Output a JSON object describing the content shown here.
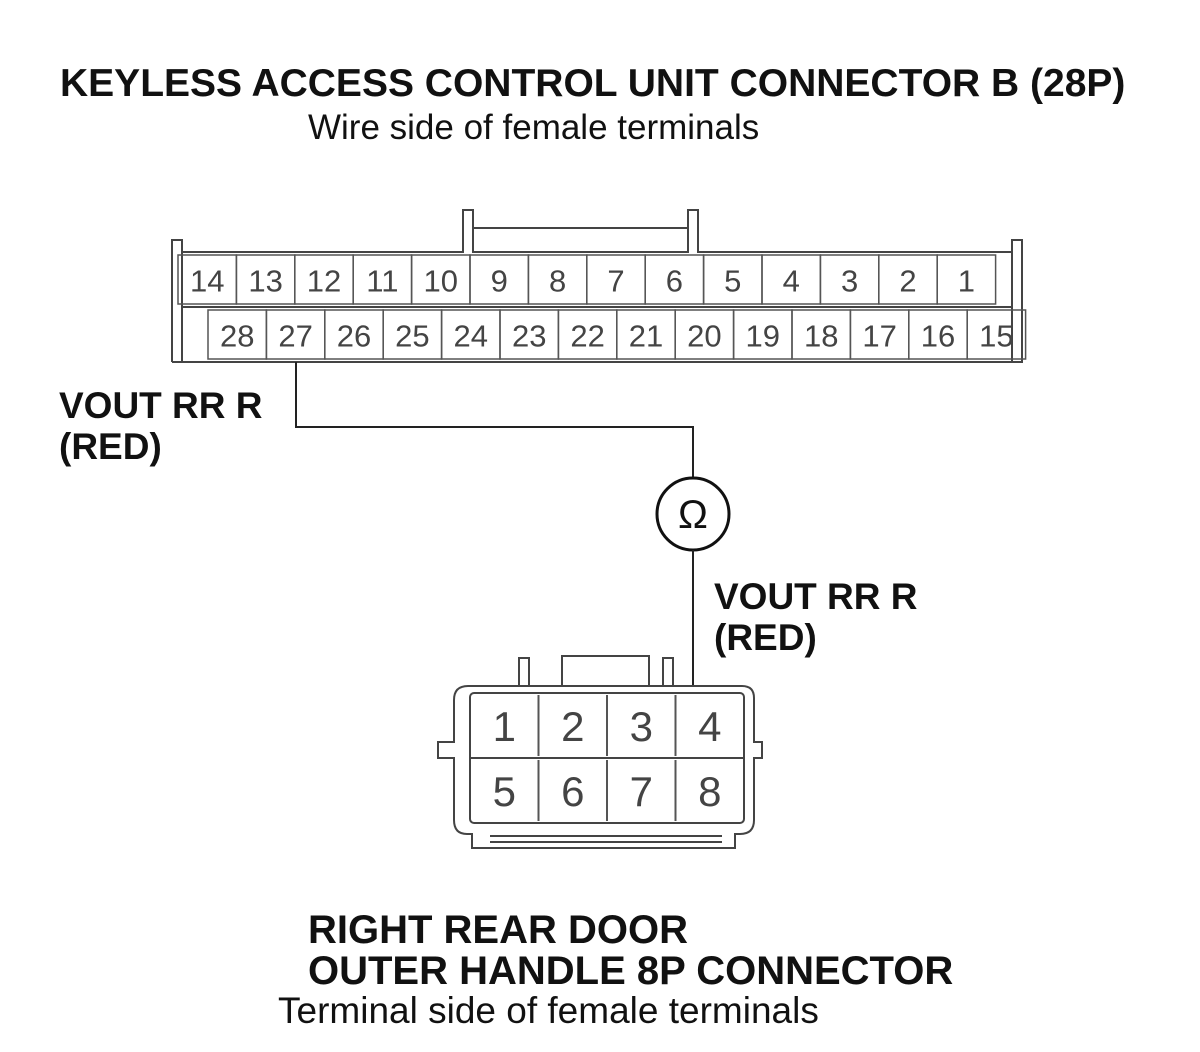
{
  "connector_b": {
    "title": "KEYLESS ACCESS CONTROL UNIT CONNECTOR B (28P)",
    "subtitle": "Wire side of female terminals",
    "row1": [
      "14",
      "13",
      "12",
      "11",
      "10",
      "9",
      "8",
      "7",
      "6",
      "5",
      "4",
      "3",
      "2",
      "1"
    ],
    "row2": [
      "28",
      "27",
      "26",
      "25",
      "24",
      "23",
      "22",
      "21",
      "20",
      "19",
      "18",
      "17",
      "16",
      "15"
    ]
  },
  "wire_label_top": {
    "line1": "VOUT RR R",
    "line2": "(RED)"
  },
  "meter": {
    "symbol": "Ω",
    "icon": "ohmmeter-icon"
  },
  "wire_label_bottom": {
    "line1": "VOUT RR R",
    "line2": "(RED)"
  },
  "connector_8p": {
    "title_line1": "RIGHT REAR DOOR",
    "title_line2": "OUTER HANDLE 8P CONNECTOR",
    "subtitle": "Terminal side of female terminals",
    "row1": [
      "1",
      "2",
      "3",
      "4"
    ],
    "row2": [
      "5",
      "6",
      "7",
      "8"
    ]
  }
}
